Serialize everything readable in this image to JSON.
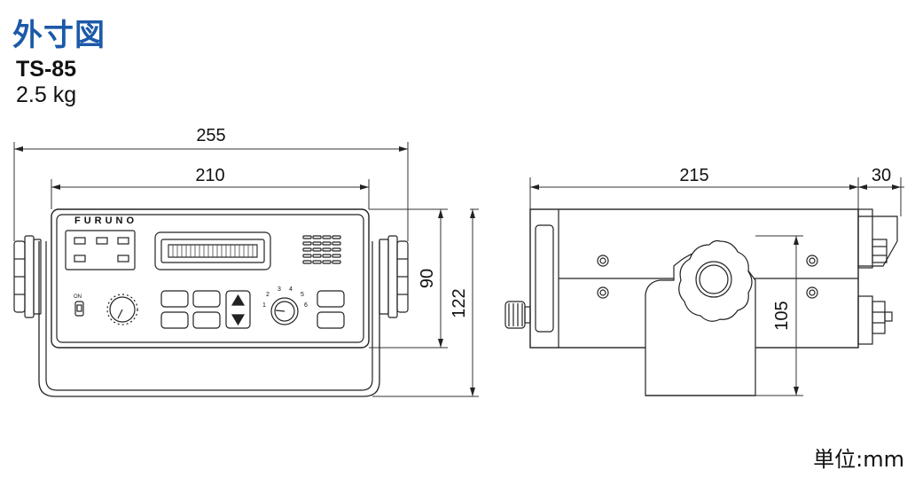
{
  "title": "外寸図",
  "model": "TS-85",
  "weight": "2.5 kg",
  "unit_note": "単位:mm",
  "brand": "FURUNO",
  "power_label": "ON",
  "dial_scale": [
    "1",
    "2",
    "3",
    "4",
    "5",
    "6"
  ],
  "dimensions": {
    "overall_width": "255",
    "panel_width": "210",
    "panel_height": "90",
    "overall_height": "122",
    "depth": "215",
    "rear_protrusion": "30",
    "side_height": "105"
  }
}
